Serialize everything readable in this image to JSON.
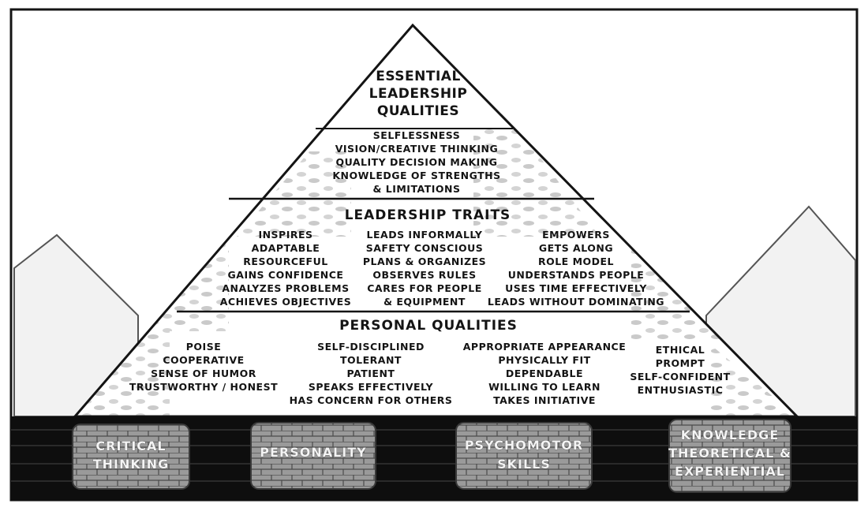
{
  "apex": {
    "title_lines": [
      "ESSENTIAL",
      "LEADERSHIP",
      "QUALITIES"
    ],
    "items": [
      "SELFLESSNESS",
      "VISION/CREATIVE THINKING",
      "QUALITY DECISION MAKING",
      "KNOWLEDGE OF STRENGTHS",
      "& LIMITATIONS"
    ]
  },
  "traits": {
    "title": "LEADERSHIP TRAITS",
    "columns": [
      [
        "INSPIRES",
        "ADAPTABLE",
        "RESOURCEFUL",
        "GAINS CONFIDENCE",
        "ANALYZES PROBLEMS",
        "ACHIEVES OBJECTIVES"
      ],
      [
        "LEADS INFORMALLY",
        "SAFETY CONSCIOUS",
        "PLANS & ORGANIZES",
        "OBSERVES RULES",
        "CARES FOR PEOPLE",
        "& EQUIPMENT"
      ],
      [
        "EMPOWERS",
        "GETS ALONG",
        "ROLE MODEL",
        "UNDERSTANDS PEOPLE",
        "USES TIME EFFECTIVELY",
        "LEADS WITHOUT DOMINATING"
      ]
    ]
  },
  "personal": {
    "title": "PERSONAL QUALITIES",
    "columns": [
      [
        "POISE",
        "COOPERATIVE",
        "SENSE OF HUMOR",
        "TRUSTWORTHY / HONEST"
      ],
      [
        "SELF-DISCIPLINED",
        "TOLERANT",
        "PATIENT",
        "SPEAKS EFFECTIVELY",
        "HAS CONCERN FOR OTHERS"
      ],
      [
        "APPROPRIATE APPEARANCE",
        "PHYSICALLY FIT",
        "DEPENDABLE",
        "WILLING TO LEARN",
        "TAKES INITIATIVE"
      ],
      [
        "ETHICAL",
        "PROMPT",
        "SELF-CONFIDENT",
        "ENTHUSIASTIC"
      ]
    ]
  },
  "foundation": {
    "blocks": [
      {
        "lines": [
          "CRITICAL",
          "THINKING"
        ]
      },
      {
        "lines": [
          "PERSONALITY"
        ]
      },
      {
        "lines": [
          "PSYCHOMOTOR",
          "SKILLS"
        ]
      },
      {
        "lines": [
          "KNOWLEDGE",
          "THEORETICAL &",
          "EXPERIENTIAL"
        ]
      }
    ]
  },
  "colors": {
    "ink": "#141414",
    "ground": "#0e0e0e",
    "brick": "#9a9a9a",
    "stone": "#c8c8c8",
    "paper": "#ffffff"
  }
}
